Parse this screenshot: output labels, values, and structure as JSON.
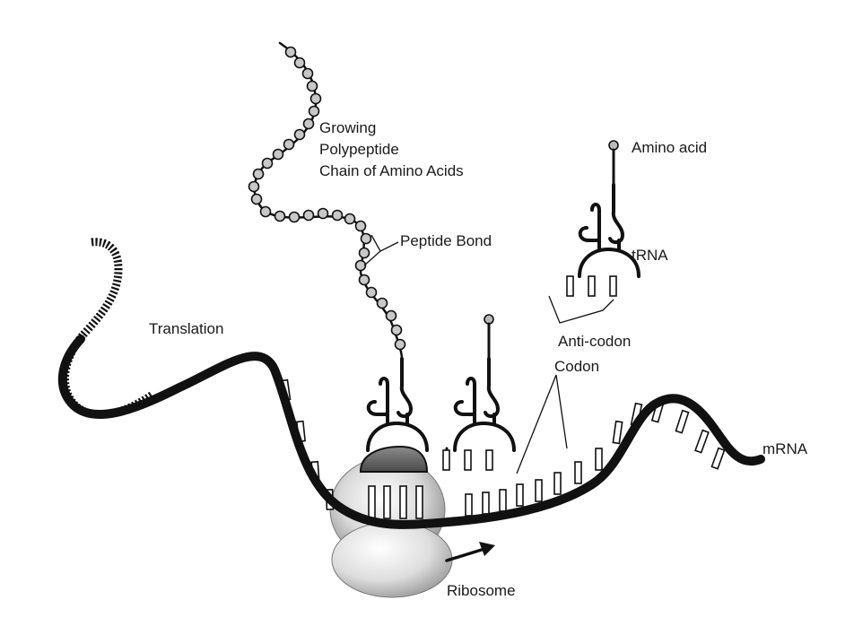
{
  "labels": {
    "growing": [
      "Growing",
      "Polypeptide",
      "Chain of Amino Acids"
    ],
    "peptide_bond": "Peptide Bond",
    "amino_acid": "Amino acid",
    "trna": "tRNA",
    "anti_codon": "Anti-codon",
    "codon": "Codon",
    "translation": "Translation",
    "mrna": "mRNA",
    "ribosome": "Ribosome"
  }
}
